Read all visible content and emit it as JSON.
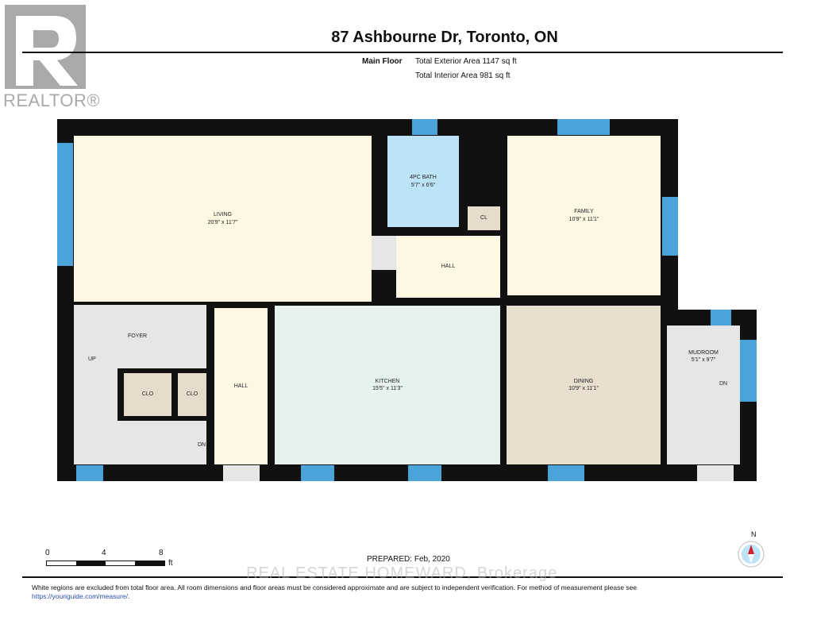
{
  "logo": {
    "text": "REALTOR®",
    "icon": "realtor-r-logo"
  },
  "header": {
    "title": "87 Ashbourne Dr, Toronto, ON",
    "floor": "Main Floor",
    "exterior_area": "Total Exterior Area 1147 sq ft",
    "interior_area": "Total Interior Area 981 sq ft"
  },
  "rooms": {
    "living": {
      "name": "LIVING",
      "dims": "20'9\" x 11'7\""
    },
    "bath": {
      "name": "4PC BATH",
      "dims": "5'7\" x 6'6\""
    },
    "cl": {
      "name": "CL"
    },
    "family": {
      "name": "FAMILY",
      "dims": "10'9\" x 11'1\""
    },
    "hall_upper": {
      "name": "HALL"
    },
    "foyer": {
      "name": "FOYER",
      "up": "UP",
      "dn": "DN"
    },
    "clo1": {
      "name": "CLO"
    },
    "clo2": {
      "name": "CLO"
    },
    "hall_left": {
      "name": "HALL"
    },
    "kitchen": {
      "name": "KITCHEN",
      "dims": "15'5\" x 11'3\""
    },
    "dining": {
      "name": "DINING",
      "dims": "10'9\" x 11'1\""
    },
    "mudroom": {
      "name": "MUDROOM",
      "dims": "5'1\" x 9'7\"",
      "dn": "DN"
    }
  },
  "scale": {
    "ticks": [
      "0",
      "4",
      "8"
    ],
    "unit": "ft"
  },
  "prepared": "PREPARED: Feb, 2020",
  "compass": {
    "label": "N"
  },
  "watermark": "REAL ESTATE HOMEWARD, Brokerage",
  "footer": {
    "text": "White regions are excluded from total floor area. All room dimensions and floor areas must be considered approximate and are subject to independent verification. For method of measurement please see ",
    "link": "https://youriguide.com/measure/",
    "end": "."
  },
  "colors": {
    "wall": "#111111",
    "window": "#4aa3d9",
    "living": "#fdf8e4",
    "bath": "#bde3f7",
    "kitchen": "#e5f3ec",
    "dining": "#e8dfcf",
    "foyer": "#e6e6e6"
  }
}
